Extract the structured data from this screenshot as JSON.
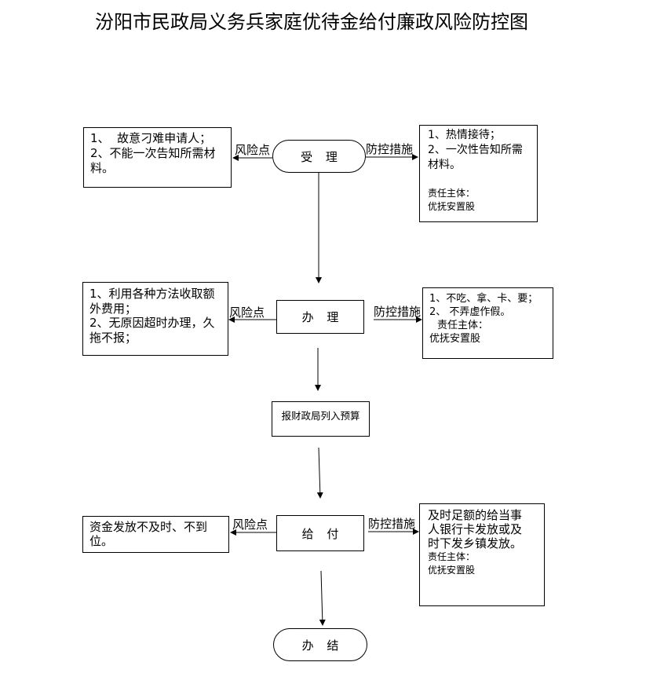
{
  "title": "汾阳市民政局义务兵家庭优待金给付廉政风险防控图",
  "risk_label": "风险点",
  "control_label": "防控措施",
  "rows": [
    {
      "step": "受 理",
      "risk": [
        "1、  故意刁难申请人；",
        "2、不能一次告知所需材",
        "料。"
      ],
      "control": [
        "1、热情接待；",
        "2、一次性告知所需",
        "材料。"
      ],
      "owner_label": "责任主体：",
      "owner": "优抚安置股"
    },
    {
      "step": "办 理",
      "risk": [
        "1、利用各种方法收取额",
        "外费用；",
        "2、无原因超时办理，久",
        "拖不报；"
      ],
      "control": [
        "1、不吃、拿、卡、要；",
        "2、 不弄虚作假。"
      ],
      "owner_label": "责任主体：",
      "owner": "优抚安置股"
    },
    {
      "step": "给 付",
      "risk": [
        "资金发放不及时、不到",
        "位。"
      ],
      "control": [
        "及时足额的给当事",
        "人银行卡发放或及",
        "时下发乡镇发放。"
      ],
      "owner_label": "责任主体：",
      "owner": "优抚安置股"
    }
  ],
  "budget_step": "报财政局列入预算",
  "end_step": "办 结"
}
